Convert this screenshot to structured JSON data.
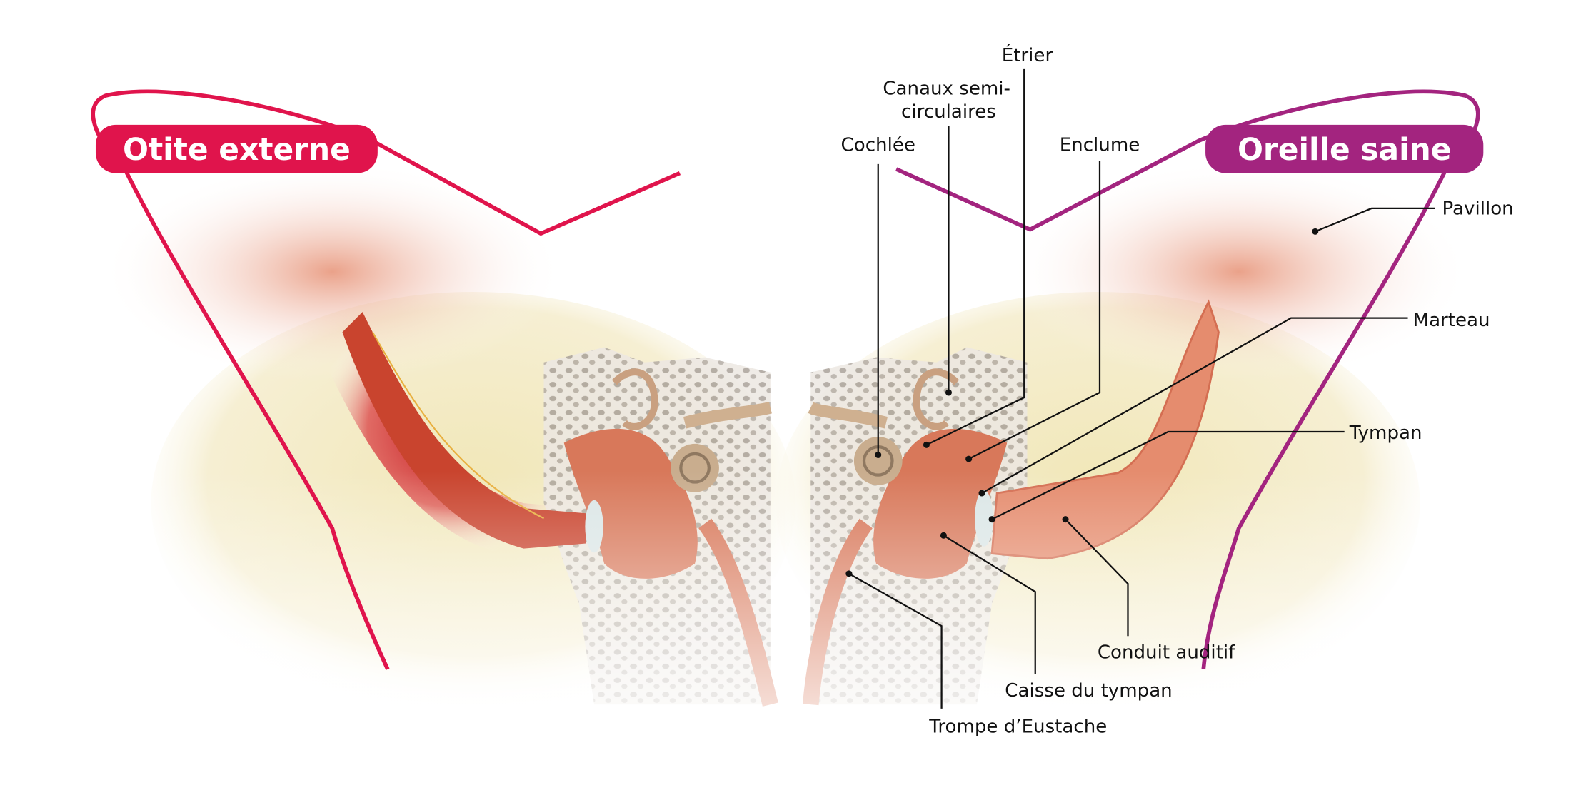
{
  "badges": {
    "left": "Otite externe",
    "right": "Oreille saine"
  },
  "colors": {
    "infected": "#e0144c",
    "healthy": "#a3247f",
    "tissue": "#e8957a",
    "bone": "#f3ecc8"
  },
  "labels": {
    "etrier": "Étrier",
    "canaux_line1": "Canaux semi-",
    "canaux_line2": "circulaires",
    "cochlee": "Cochlée",
    "enclume": "Enclume",
    "pavillon": "Pavillon",
    "marteau": "Marteau",
    "tympan": "Tympan",
    "conduit": "Conduit auditif",
    "caisse": "Caisse du tympan",
    "trompe": "Trompe d’Eustache"
  }
}
